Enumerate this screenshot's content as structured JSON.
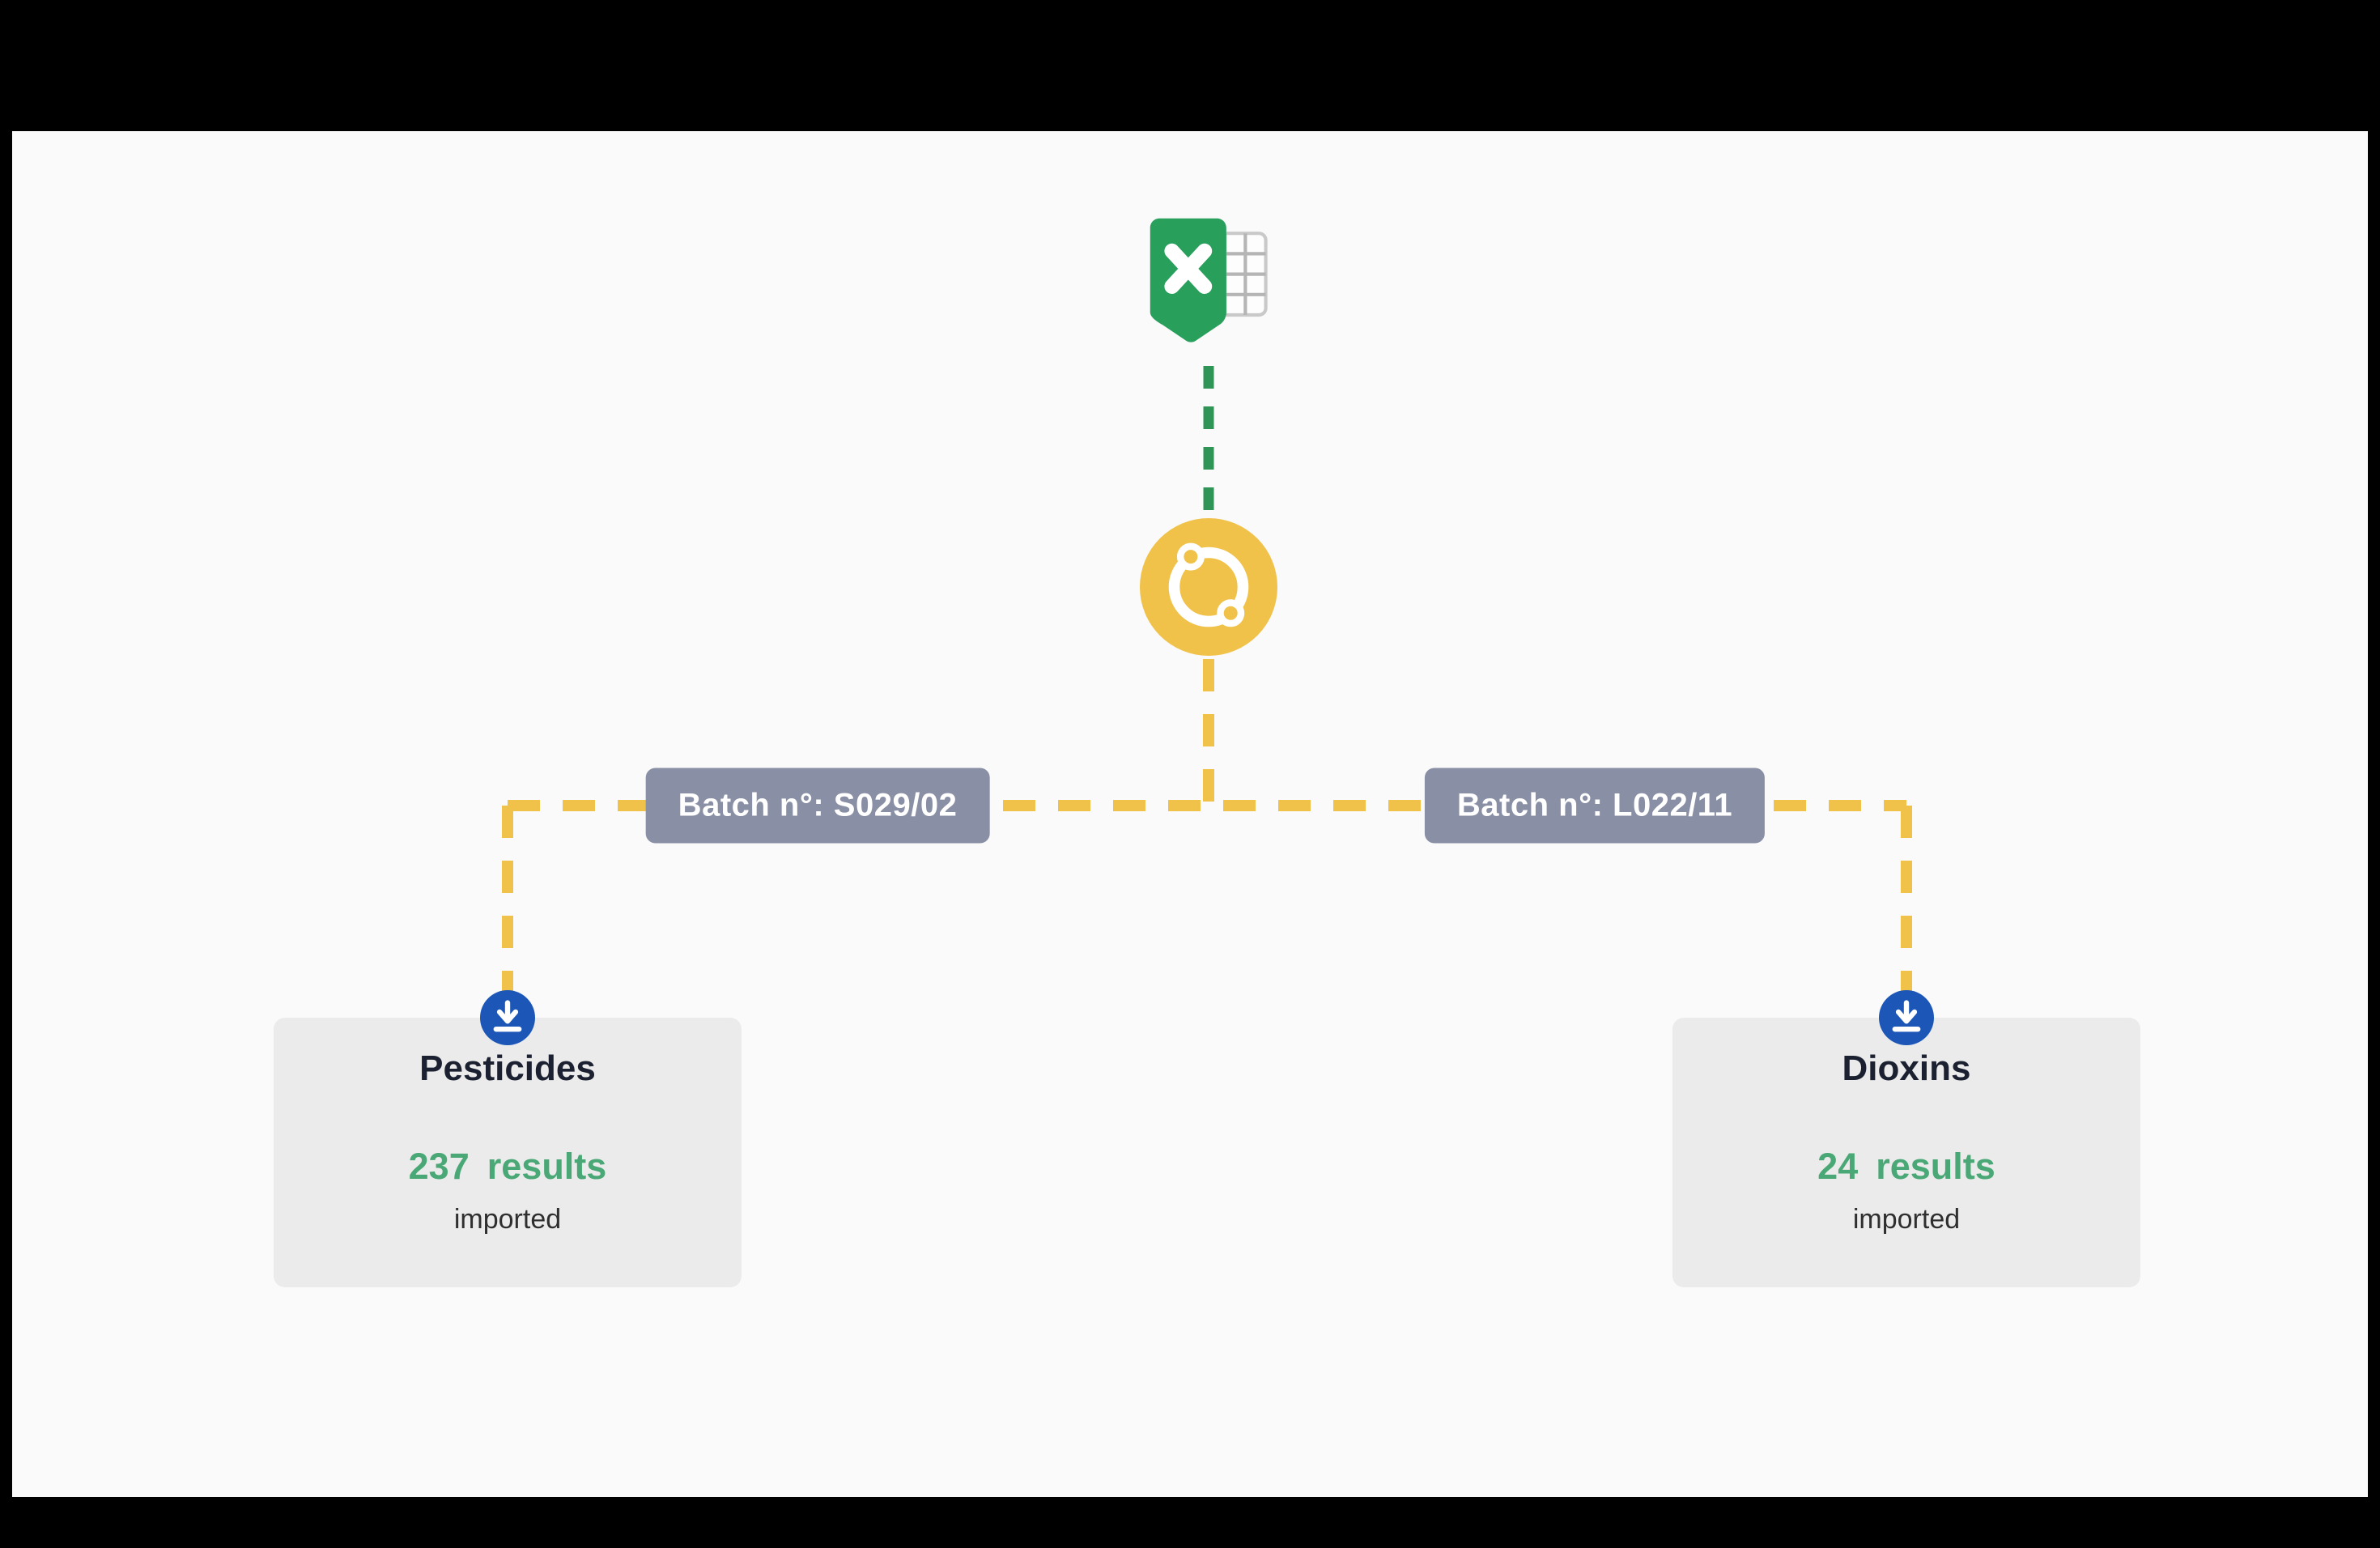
{
  "app": {
    "stage_bg": "#fafafa",
    "frame_bg": "#000000"
  },
  "source": {
    "icon": "excel-file-icon"
  },
  "hub": {
    "icon": "sync-hub-icon"
  },
  "branches": [
    {
      "batch_label": "Batch n°: S029/02",
      "card": {
        "title": "Pesticides",
        "count": "237",
        "unit": "results",
        "status": "imported",
        "icon": "download-icon"
      }
    },
    {
      "batch_label": "Batch n°: L022/11",
      "card": {
        "title": "Dioxins",
        "count": "24",
        "unit": "results",
        "status": "imported",
        "icon": "download-icon"
      }
    }
  ],
  "colors": {
    "green-line": "#2f9556",
    "yellow": "#f0c24a",
    "badge": "#898fa5",
    "card-bg": "#ebebeb",
    "title-text": "#1b2130",
    "result-green": "#4aa876",
    "status-text": "#2f2f2f",
    "download-blue": "#1c57b8",
    "excel-green": "#28a05c",
    "stage-bg": "#fafafa",
    "frame-bg": "#000000"
  }
}
